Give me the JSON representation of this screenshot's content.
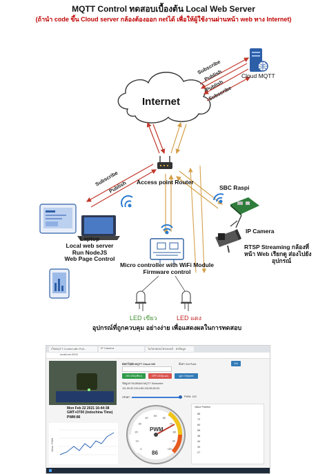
{
  "header": {
    "title": "MQTT Control ทดสอบเบื้องต้น Local Web Server",
    "subtitle": "(ถ้านำ code ขึ้น Cloud server กล้องต้องออก netได้ เพื่อให้ผู้ใช้งานผ่านหน้า web ทาง Internet)"
  },
  "nodes": {
    "internet": "Internet",
    "cloud_mqtt": "Cloud MQTT",
    "access_point": "Access point Router",
    "sbc": "SBC Raspi",
    "ip_camera": "IP Camera",
    "rtsp_line1": "RTSP Streaming กล้องที่",
    "rtsp_line2": "หน้า Web เรียกดู ส่องไปยัง",
    "rtsp_line3": "อุปกรณ์",
    "laptop_line1": "Laptop",
    "laptop_line2": "Local web server",
    "laptop_line3": "Run NodeJS",
    "laptop_line4": "Web Page Control",
    "mcu_line1": "Micro  controller with WiFi Module",
    "mcu_line2": "Firmware control",
    "led_green": "LED เขียว",
    "led_red": "LED แดง",
    "footer": "อุปกรณ์ที่ถูกควบคุม อย่างง่าย เพื่อแสดงผลในการทดสอบ"
  },
  "arrow_labels": {
    "subscribe_top": "Subscribe",
    "publish_1": "Publish",
    "publish_2": "Publish",
    "subscribe_bottom": "Subscribe",
    "subscribe_laptop": "Subscribe",
    "publish_laptop": "Publish"
  },
  "screenshot": {
    "tabs": [
      "เว็บMQTT Control with Pub...",
      "IP Camera",
      "ไมโครคอนโทรลเลอร์ - ส่งข้อมูล"
    ],
    "address": "localhost:3000",
    "panel_title": "ส่งค่าไปยัง MQTT Cloud   100",
    "setpoint_label": "ตั้งค่า Set Point",
    "set_button": "Set",
    "btn_on": "ON LED(เขียว)",
    "btn_off": "OFF LED(แดง)",
    "btn_refresh": "ดูค่า Setpoint",
    "values_title": "ข้อมูลการแสดงผล MQTT Subscribe",
    "values_line": "111,50,52,154,169,116,58,56,54",
    "slider_label": "ปรับค่า",
    "slider_value": "PWM: 100",
    "date_line1": "Mon Feb 22 2021 16:44:38",
    "date_line2": "GMT+0700 (Indochina Time)",
    "date_line3": "PWM:86",
    "value_publish_title": "Value Publish",
    "value_list": [
      "86",
      "72",
      "60",
      "55",
      "48",
      "40",
      "33",
      "27"
    ],
    "gauge_label": "PWM",
    "gauge_value": "86",
    "chart_y_label": "Value / PWM",
    "gauge_ticks": [
      "0",
      "10",
      "20",
      "30",
      "40",
      "50",
      "60",
      "70",
      "80",
      "90",
      "100"
    ]
  },
  "colors": {
    "arrow_red": "#c0392b",
    "arrow_orange": "#d4a04a",
    "wifi_blue": "#2b7bd1",
    "server_blue": "#2d5fa8",
    "subtitle_red": "#c00000",
    "btn_green": "#2e9a48",
    "btn_red": "#d9534f",
    "btn_blue": "#337ab7"
  }
}
